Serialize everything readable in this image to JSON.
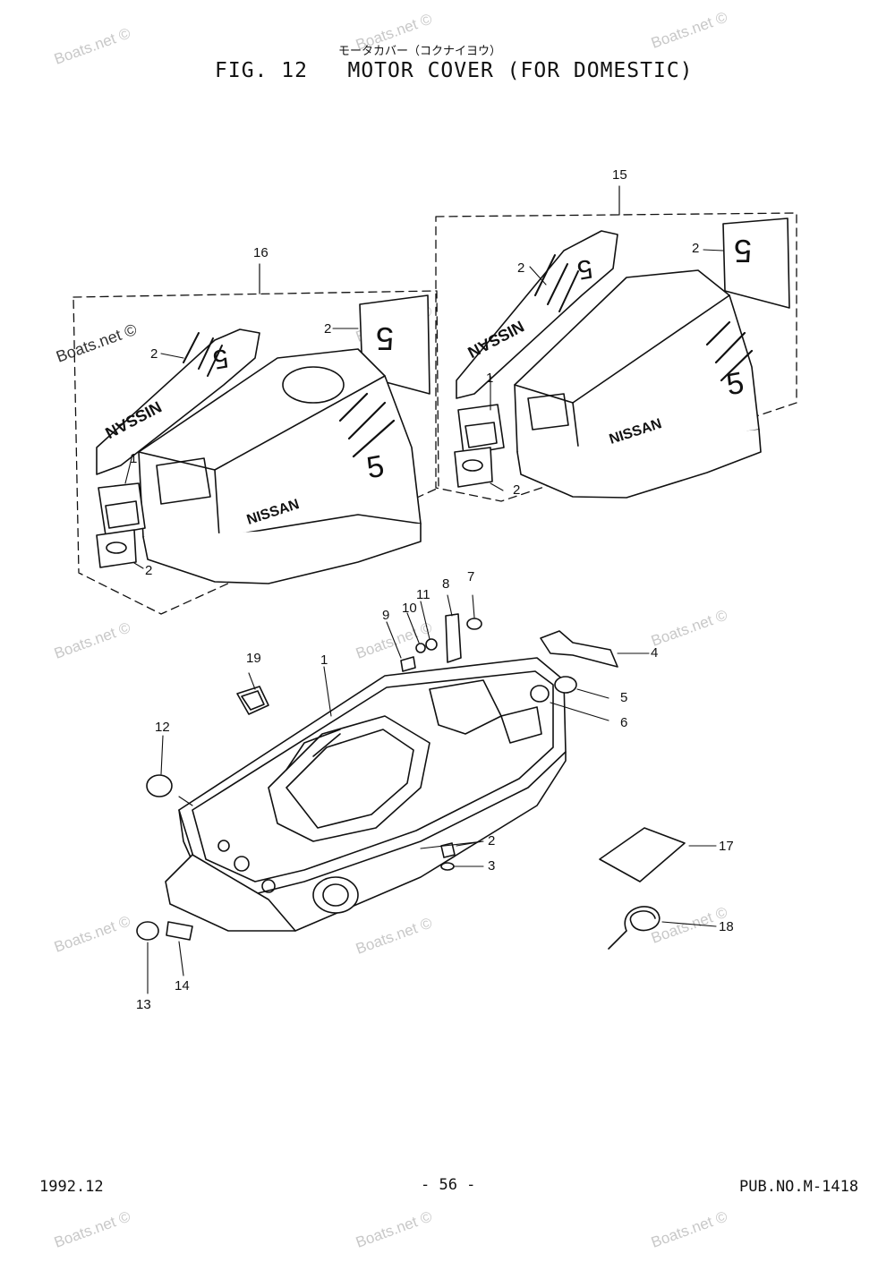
{
  "header": {
    "japanese": "モータカバー（コクナイヨウ）",
    "figure": "FIG. 12",
    "title": "MOTOR COVER (FOR DOMESTIC)"
  },
  "watermark": "Boats.net ©",
  "decals": {
    "brand": "NISSAN",
    "model_digit": "5"
  },
  "callouts": {
    "c1": "1",
    "c2": "2",
    "c3": "3",
    "c4": "4",
    "c5": "5",
    "c6": "6",
    "c7": "7",
    "c8": "8",
    "c9": "9",
    "c10": "10",
    "c11": "11",
    "c12": "12",
    "c13": "13",
    "c14": "14",
    "c15": "15",
    "c16": "16",
    "c17": "17",
    "c18": "18",
    "c19": "19"
  },
  "footer": {
    "date": "1992.12",
    "page": "- 56 -",
    "pub": "PUB.NO.M-1418"
  }
}
